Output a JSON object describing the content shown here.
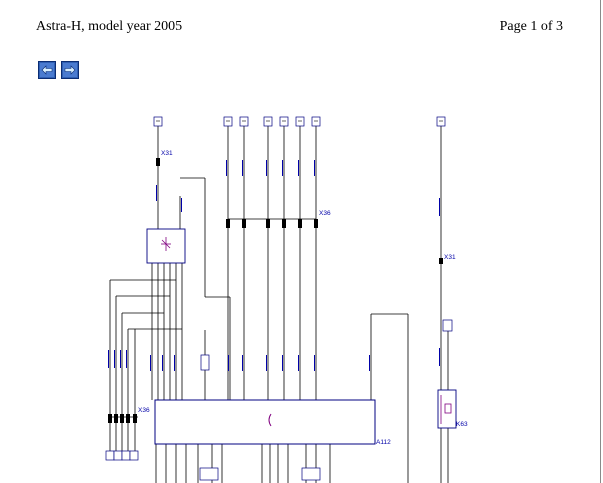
{
  "header": {
    "title": "Astra-H, model year 2005",
    "page_info": "Page 1 of 3"
  },
  "nav": {
    "prev_icon": "arrow-left-icon",
    "next_icon": "arrow-right-icon"
  },
  "colors": {
    "wire": "#000000",
    "label": "#0000a8",
    "button": "#2f5fb3"
  },
  "diagram": {
    "labels": {
      "x31_top": "X31",
      "x31_right": "X31",
      "x36_top": "X36",
      "x36_left": "X36",
      "a112": "A112",
      "k63": "K63"
    }
  }
}
